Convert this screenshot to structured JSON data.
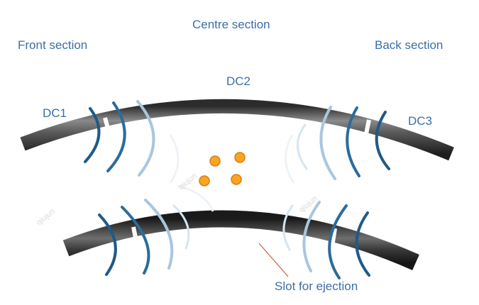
{
  "labels": {
    "centre_section": "Centre section",
    "front_section": "Front section",
    "back_section": "Back section",
    "dc1": "DC1",
    "dc2": "DC2",
    "dc3": "DC3",
    "slot": "Slot for ejection"
  },
  "watermark": "qiujun",
  "colors": {
    "label": "#3b6fa6",
    "field_dark": "#1f5a87",
    "field_light": "#a9c6dd",
    "particle_fill": "#f6a623",
    "particle_stroke": "#e07b12",
    "pointer": "#c8643c"
  }
}
